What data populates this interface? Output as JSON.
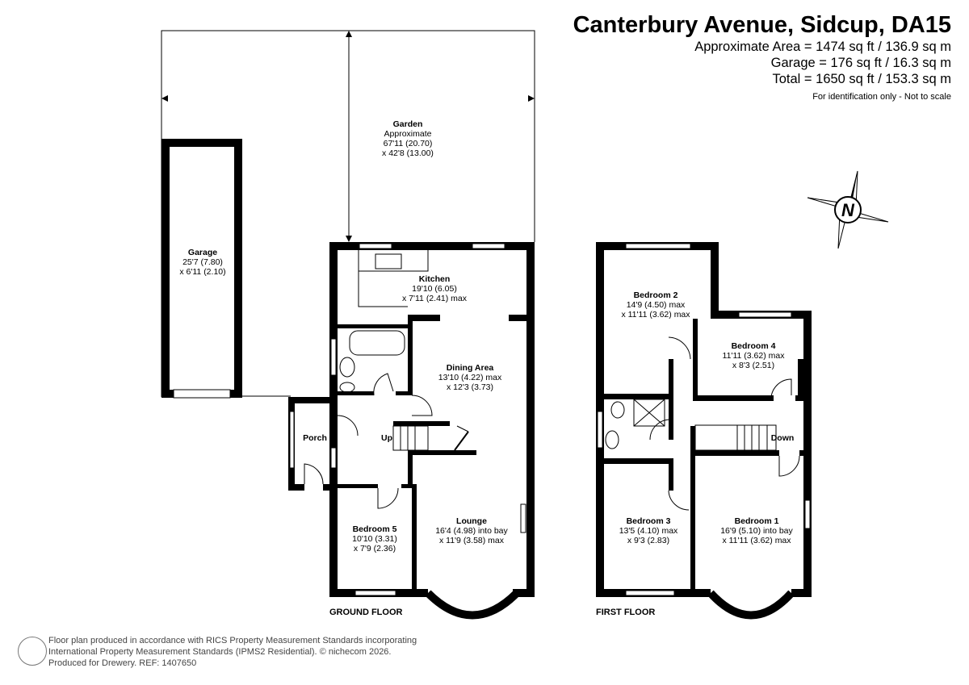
{
  "header": {
    "title": "Canterbury Avenue, Sidcup, DA15",
    "area": "Approximate Area = 1474 sq ft / 136.9 sq m",
    "garage": "Garage = 176 sq ft / 16.3 sq m",
    "total": "Total = 1650 sq ft / 153.3 sq m",
    "note": "For identification only - Not to scale"
  },
  "compass": {
    "label": "N"
  },
  "rooms": {
    "garden": {
      "name": "Garden",
      "l1": "Approximate",
      "l2": "67'11 (20.70)",
      "l3": "x 42'8 (13.00)"
    },
    "garage": {
      "name": "Garage",
      "l1": "25'7 (7.80)",
      "l2": "x 6'11 (2.10)"
    },
    "kitchen": {
      "name": "Kitchen",
      "l1": "19'10 (6.05)",
      "l2": "x 7'11 (2.41) max"
    },
    "dining": {
      "name": "Dining Area",
      "l1": "13'10 (4.22) max",
      "l2": "x 12'3 (3.73)"
    },
    "porch": {
      "name": "Porch"
    },
    "bedroom5": {
      "name": "Bedroom 5",
      "l1": "10'10 (3.31)",
      "l2": "x 7'9 (2.36)"
    },
    "lounge": {
      "name": "Lounge",
      "l1": "16'4 (4.98) into bay",
      "l2": "x 11'9 (3.58) max"
    },
    "bedroom2": {
      "name": "Bedroom 2",
      "l1": "14'9 (4.50) max",
      "l2": "x 11'11 (3.62) max"
    },
    "bedroom4": {
      "name": "Bedroom 4",
      "l1": "11'11 (3.62) max",
      "l2": "x 8'3 (2.51)"
    },
    "bedroom3": {
      "name": "Bedroom 3",
      "l1": "13'5 (4.10) max",
      "l2": "x 9'3 (2.83)"
    },
    "bedroom1": {
      "name": "Bedroom 1",
      "l1": "16'9 (5.10) into bay",
      "l2": "x 11'11 (3.62) max"
    }
  },
  "stairs": {
    "up": "Up",
    "down": "Down"
  },
  "floors": {
    "ground": "GROUND FLOOR",
    "first": "FIRST FLOOR"
  },
  "footer": {
    "l1": "Floor plan produced in accordance with RICS Property Measurement Standards incorporating",
    "l2": "International Property Measurement Standards (IPMS2 Residential).   © nichecom 2026.",
    "l3": "Produced for Drewery.   REF: 1407650"
  }
}
